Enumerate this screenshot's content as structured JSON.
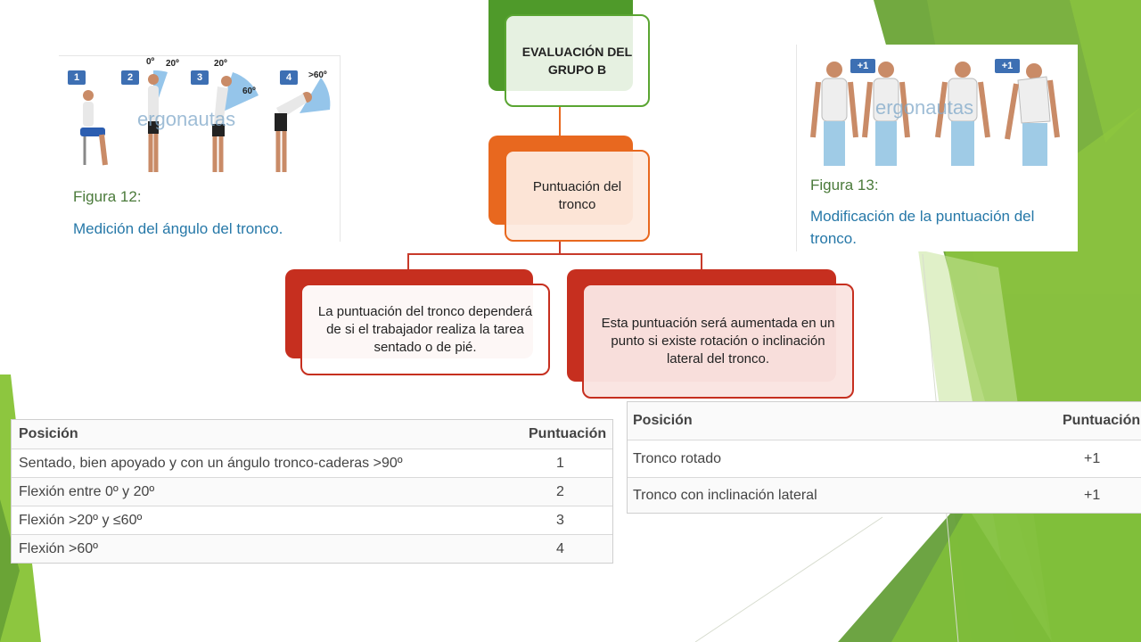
{
  "flowchart": {
    "root": "EVALUACIÓN DEL GRUPO B",
    "level2": "Puntuación del tronco",
    "left_leaf": "La puntuación del tronco dependerá de si el trabajador realiza la tarea sentado o de pié.",
    "right_leaf": "Esta puntuación será aumentada en un punto si existe rotación o inclinación lateral del tronco."
  },
  "figure12": {
    "title": "Figura 12:",
    "caption": "Medición del ángulo del tronco.",
    "watermark": "ergonautas",
    "badges": [
      "1",
      "2",
      "3",
      "4"
    ],
    "angles": [
      "0º",
      "20º",
      "20º",
      "60º",
      ">60º"
    ]
  },
  "figure13": {
    "title": "Figura 13:",
    "caption": "Modificación de la puntuación del tronco.",
    "watermark": "ergonautas",
    "badges": [
      "+1",
      "+1"
    ]
  },
  "table_left": {
    "headers": [
      "Posición",
      "Puntuación"
    ],
    "rows": [
      [
        "Sentado, bien apoyado y con un ángulo tronco-caderas >90º",
        "1"
      ],
      [
        "Flexión entre 0º y 20º",
        "2"
      ],
      [
        "Flexión  >20º y ≤60º",
        "3"
      ],
      [
        "Flexión >60º",
        "4"
      ]
    ]
  },
  "table_right": {
    "headers": [
      "Posición",
      "Puntuación"
    ],
    "rows": [
      [
        "Tronco rotado",
        "+1"
      ],
      [
        "Tronco con inclinación lateral",
        "+1"
      ]
    ]
  },
  "colors": {
    "green_dark": "#4f8f2f",
    "green_light": "#8dc63f",
    "orange": "#e8681f",
    "red": "#c62f1f",
    "caption_blue": "#2678a8"
  }
}
